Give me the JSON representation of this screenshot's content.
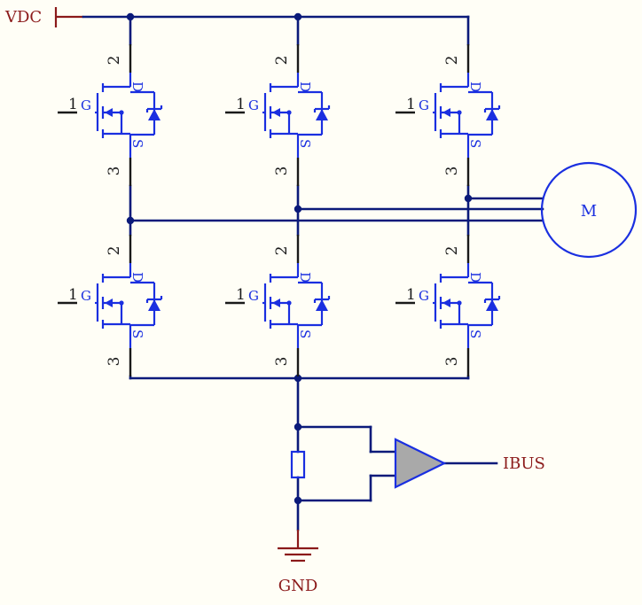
{
  "nets": {
    "supply": "VDC",
    "ground": "GND",
    "current_sense": "IBUS"
  },
  "motor": {
    "label": "M"
  },
  "transistors": [
    {
      "id": "q-high-1",
      "gate_pin": "1",
      "gate_label": "G",
      "drain_pin": "2",
      "drain_label": "D",
      "source_pin": "3",
      "source_label": "S"
    },
    {
      "id": "q-high-2",
      "gate_pin": "1",
      "gate_label": "G",
      "drain_pin": "2",
      "drain_label": "D",
      "source_pin": "3",
      "source_label": "S"
    },
    {
      "id": "q-high-3",
      "gate_pin": "1",
      "gate_label": "G",
      "drain_pin": "2",
      "drain_label": "D",
      "source_pin": "3",
      "source_label": "S"
    },
    {
      "id": "q-low-1",
      "gate_pin": "1",
      "gate_label": "G",
      "drain_pin": "2",
      "drain_label": "D",
      "source_pin": "3",
      "source_label": "S"
    },
    {
      "id": "q-low-2",
      "gate_pin": "1",
      "gate_label": "G",
      "drain_pin": "2",
      "drain_label": "D",
      "source_pin": "3",
      "source_label": "S"
    },
    {
      "id": "q-low-3",
      "gate_pin": "1",
      "gate_label": "G",
      "drain_pin": "2",
      "drain_label": "D",
      "source_pin": "3",
      "source_label": "S"
    }
  ],
  "colors": {
    "wire": "#0b1a7a",
    "component": "#1a2fe0",
    "net_label": "#8b1a1a",
    "amplifier_fill": "#a9a9a9",
    "background": "#fffef6"
  }
}
